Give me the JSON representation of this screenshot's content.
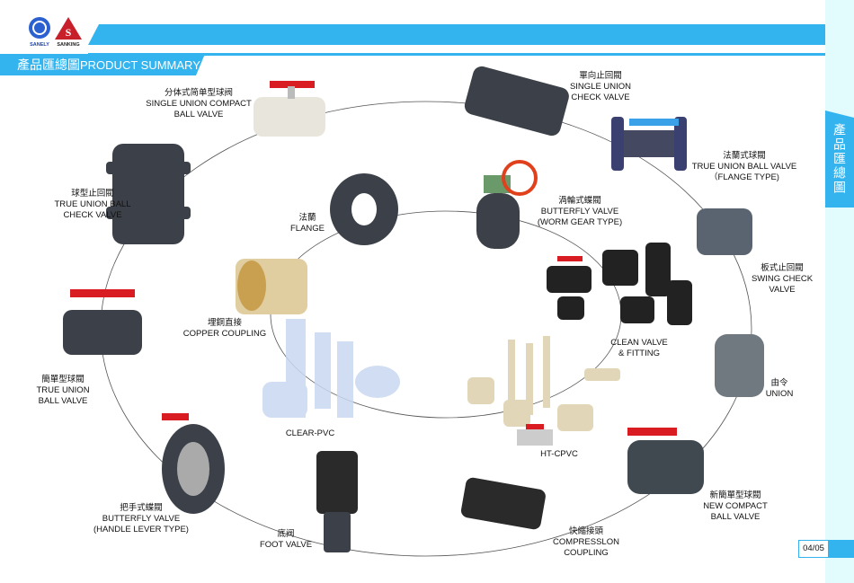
{
  "header": {
    "logo_left": "SANELY",
    "logo_right": "SANKING",
    "title_cn": "產品匯總圖",
    "title_en": "PRODUCT SUMMARY",
    "side_tab": "產品匯總圖",
    "page": "04/05"
  },
  "products": [
    {
      "id": "single-union-compact",
      "cn": "分体式简单型球阀",
      "en1": "SINGLE UNION COMPACT",
      "en2": "BALL VALVE"
    },
    {
      "id": "single-union-check",
      "cn": "單向止回閥",
      "en1": "SINGLE UNION",
      "en2": "CHECK VALVE"
    },
    {
      "id": "flange-ball",
      "cn": "法蘭式球閥",
      "en1": "TRUE UNION BALL VALVE",
      "en2": "（FLANGE TYPE)"
    },
    {
      "id": "ball-check",
      "cn": "球型止回閥",
      "en1": "TRUE UNION BALL",
      "en2": "CHECK VALVE"
    },
    {
      "id": "flange",
      "cn": "法蘭",
      "en1": "FLANGE",
      "en2": ""
    },
    {
      "id": "worm-gear",
      "cn": "渦輪式蝶閥",
      "en1": "BUTTERFLY VALVE",
      "en2": "(WORM GEAR TYPE)"
    },
    {
      "id": "swing-check",
      "cn": "板式止回閥",
      "en1": "SWING CHECK",
      "en2": "VALVE"
    },
    {
      "id": "copper-coupling",
      "cn": "埋銅直接",
      "en1": "COPPER COUPLING",
      "en2": ""
    },
    {
      "id": "clean-valve",
      "cn": "",
      "en1": "CLEAN VALVE",
      "en2": "& FITTING"
    },
    {
      "id": "true-union-ball",
      "cn": "簡單型球閥",
      "en1": "TRUE UNION",
      "en2": "BALL VALVE"
    },
    {
      "id": "union",
      "cn": "由令",
      "en1": "UNION",
      "en2": ""
    },
    {
      "id": "clear-pvc",
      "cn": "",
      "en1": "CLEAR-PVC",
      "en2": ""
    },
    {
      "id": "ht-cpvc",
      "cn": "",
      "en1": "HT-CPVC",
      "en2": ""
    },
    {
      "id": "new-compact",
      "cn": "新簡單型球閥",
      "en1": "NEW COMPACT",
      "en2": "BALL VALVE"
    },
    {
      "id": "handle-lever",
      "cn": "把手式蝶閥",
      "en1": "BUTTERFLY VALVE",
      "en2": "(HANDLE LEVER TYPE)"
    },
    {
      "id": "foot-valve",
      "cn": "底阀",
      "en1": "FOOT VALVE",
      "en2": ""
    },
    {
      "id": "compression",
      "cn": "快縮接頭",
      "en1": "COMPRESSLON",
      "en2": "COUPLING"
    }
  ]
}
